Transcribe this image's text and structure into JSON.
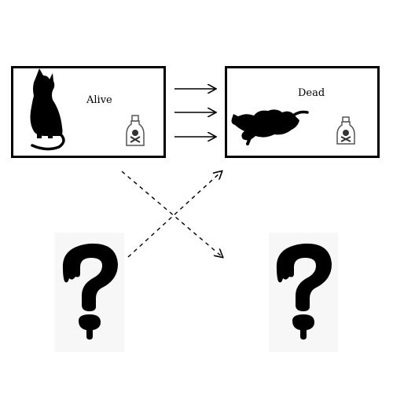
{
  "diagram": {
    "alive_box": {
      "label": "Alive",
      "icons": [
        "cat-sitting-icon",
        "poison-bottle-icon"
      ]
    },
    "dead_box": {
      "label": "Dead",
      "icons": [
        "cat-lying-icon",
        "poison-bottle-icon"
      ]
    },
    "unknown_left": {
      "icon": "question-mark-icon"
    },
    "unknown_right": {
      "icon": "question-mark-icon"
    },
    "arrow_style": {
      "solid_count": 3,
      "dashed_count": 2
    },
    "colors": {
      "ink": "#000000",
      "background": "#ffffff",
      "card": "#f7f7f7"
    }
  }
}
